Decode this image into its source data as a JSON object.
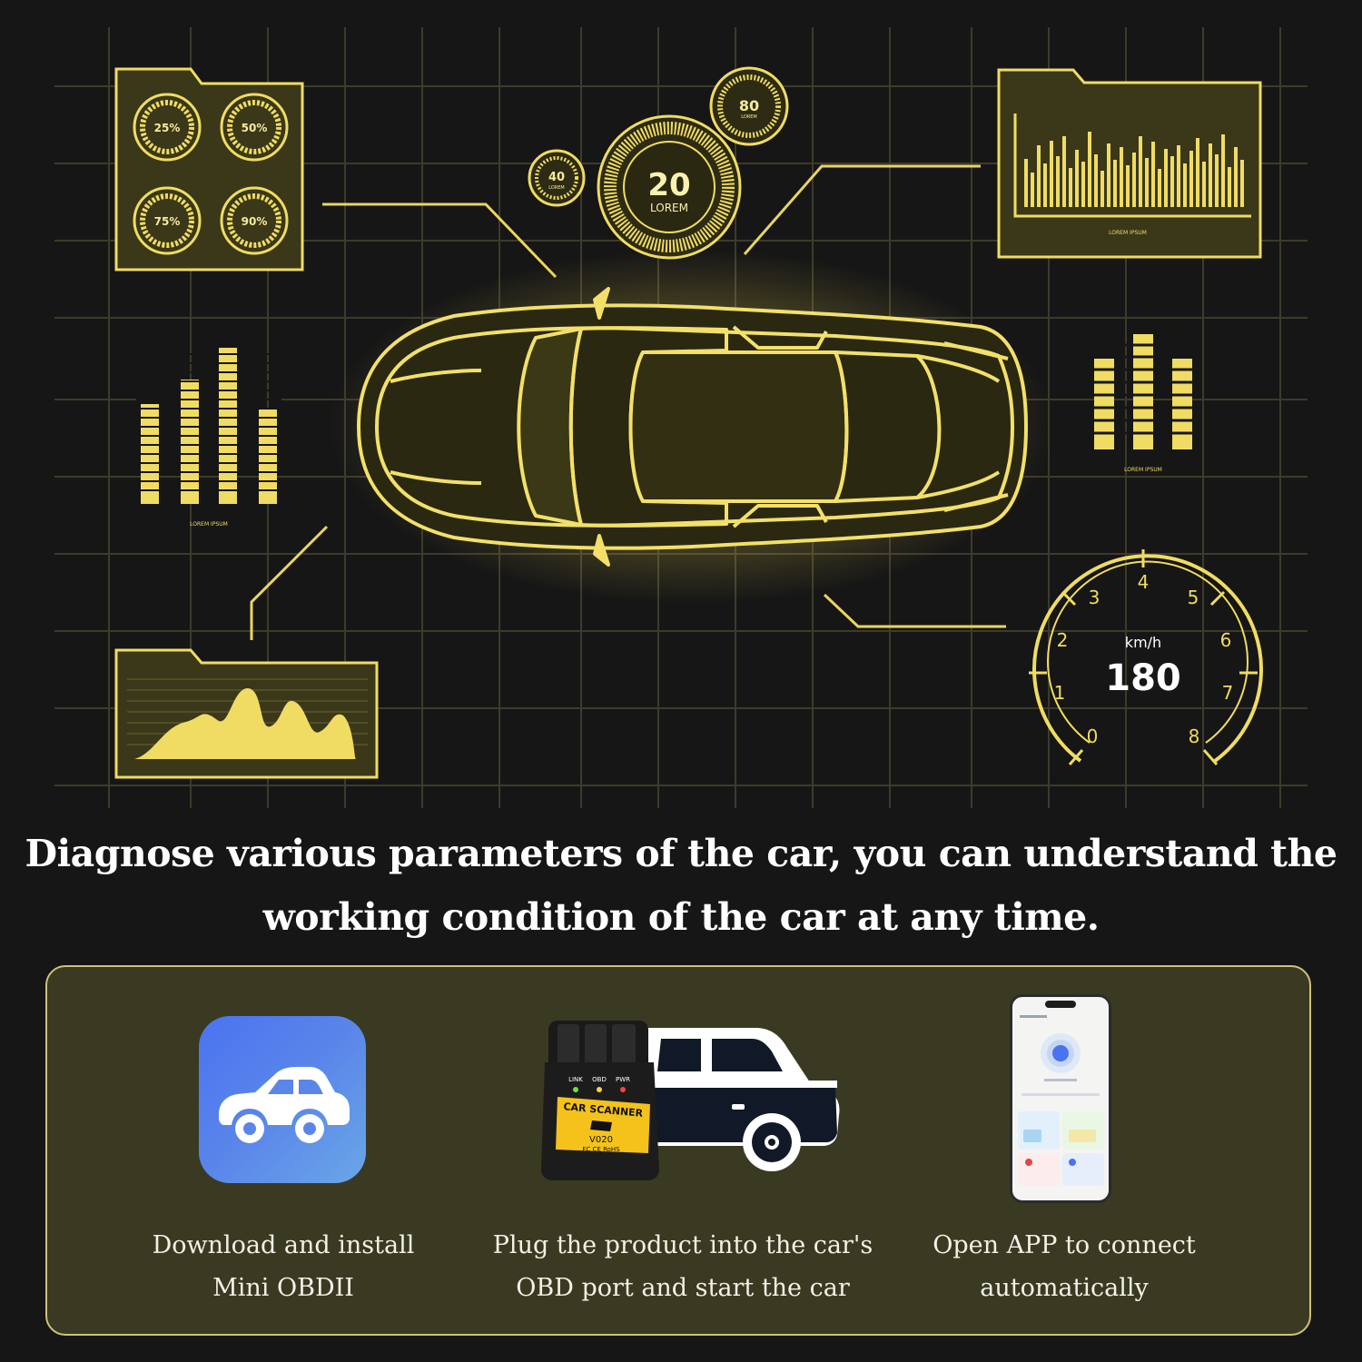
{
  "hud": {
    "gauges": [
      "25%",
      "50%",
      "75%",
      "90%"
    ],
    "rings": [
      {
        "value": "40",
        "caption": "LOREM"
      },
      {
        "value": "20",
        "caption": "LOREM"
      },
      {
        "value": "80",
        "caption": "LOREM"
      }
    ],
    "chart_caption": "LOREM IPSUM",
    "speedometer": {
      "unit": "km/h",
      "value": "180",
      "ticks": [
        "0",
        "1",
        "2",
        "3",
        "4",
        "5",
        "6",
        "7",
        "8"
      ]
    },
    "accent_color": "#f3e06a"
  },
  "headline": {
    "line1": "Diagnose various parameters of the car, you can understand the",
    "line2": "working condition of the car at any time."
  },
  "steps": [
    {
      "line1": "Download and install",
      "line2": "Mini OBDII",
      "icon": "car-wrench-app-icon"
    },
    {
      "line1": "Plug the product into the car's",
      "line2": "OBD port and start the car",
      "icon": "obd-scanner-icon"
    },
    {
      "line1": "Open APP to connect",
      "line2": "automatically",
      "icon": "phone-app-icon"
    }
  ],
  "scanner": {
    "leds": [
      "LINK",
      "OBD",
      "PWR"
    ],
    "brand": "CAR SCANNER",
    "model": "V020",
    "marks": "FC CE RoHS"
  }
}
